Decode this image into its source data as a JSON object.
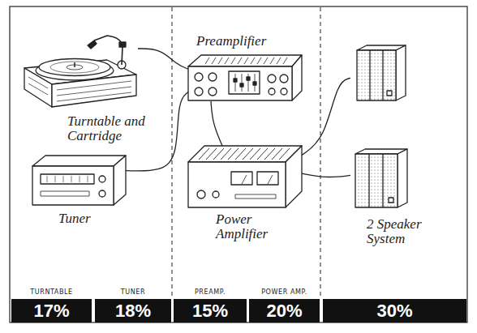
{
  "diagram": {
    "nodes": [
      {
        "text": [
          "Turntable and Cartridge"
        ]
      },
      {
        "text": [
          "Tuner"
        ]
      },
      {
        "text": [
          "Preamplifier"
        ]
      },
      {
        "text": [
          "Power Amplifier"
        ]
      },
      {
        "text": [
          "2 Speaker System"
        ]
      },
      {
        "text": [
          "TURNTABLE",
          "17%"
        ]
      },
      {
        "text": [
          "TUNER",
          "18%"
        ]
      },
      {
        "text": [
          "PREAMP.",
          "15%"
        ]
      },
      {
        "text": [
          "POWER AMP.",
          "20%"
        ]
      },
      {
        "text": [
          "30%"
        ]
      }
    ],
    "edges": [
      {
        "from": 0,
        "to": 2,
        "arrow": "none"
      },
      {
        "from": 1,
        "to": 2,
        "arrow": "none"
      },
      {
        "from": 2,
        "to": 3,
        "arrow": "none"
      },
      {
        "from": 3,
        "to": 4,
        "arrow": "none"
      },
      {
        "from": 3,
        "to": 4,
        "arrow": "none"
      }
    ]
  }
}
